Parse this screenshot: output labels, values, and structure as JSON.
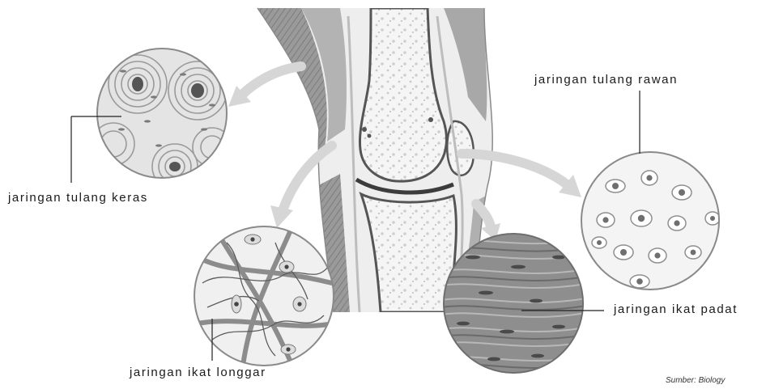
{
  "labels": {
    "tulang_keras": "jaringan tulang keras",
    "tulang_rawan": "jaringan tulang rawan",
    "ikat_longgar": "jaringan ikat longgar",
    "ikat_padat": "jaringan ikat padat"
  },
  "source_caption": "Sumber: Biology",
  "colors": {
    "bone": "#f2f2f2",
    "muscle": "#8f8f8f",
    "tissue_dark": "#666666",
    "arrow": "#d6d6d6",
    "leader_line": "#222222"
  }
}
